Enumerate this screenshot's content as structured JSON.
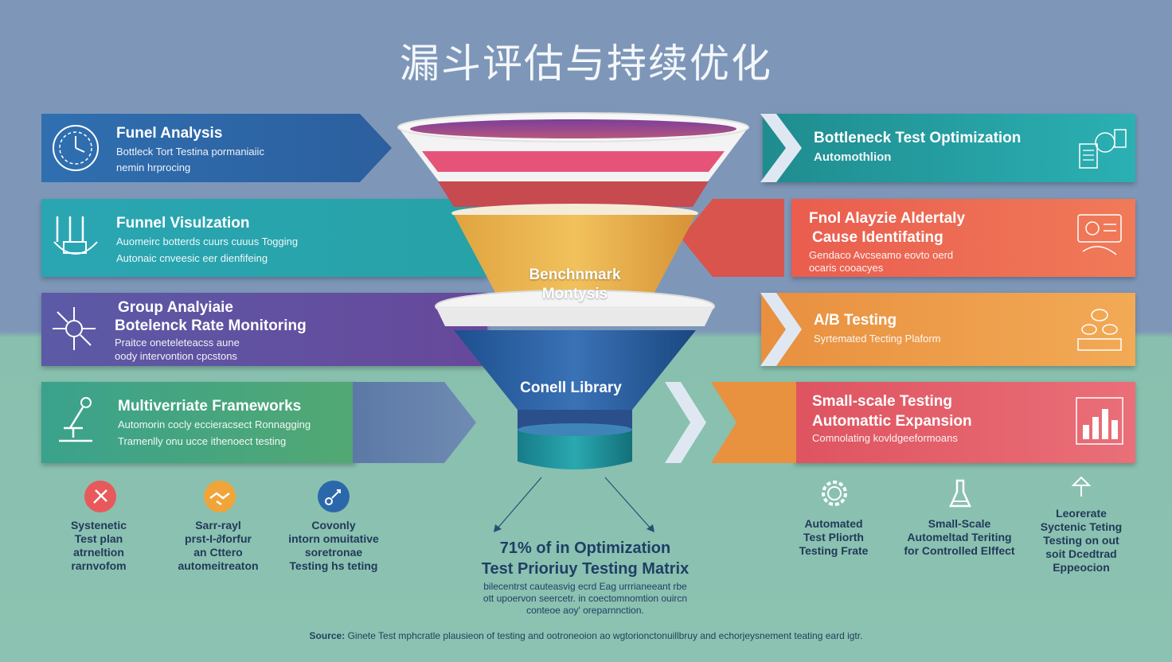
{
  "title": "漏斗评估与持续优化",
  "left_banners": [
    {
      "title": "Funel Analysis",
      "line1": "Bottleck Tort Testina pormaniaiic",
      "line2": "nemin hrprocing"
    },
    {
      "title": "Funnel Visulzation",
      "line1": "Auomeirc botterds cuurs cuuus Togging",
      "line2": "Autonaic cnveesic eer dienfifeing"
    },
    {
      "title": "Group Analyiaie",
      "title2": "Botelenck Rate Monitoring",
      "line1": "Praitce oneteleteacss aune",
      "line2": "oody intervontion cpcstons"
    },
    {
      "title": "Multiverriate Frameworks",
      "line1": "Automorin cocly eccieracsect Ronnagging",
      "line2": "Tramenlly onu ucce ithenoect testing"
    }
  ],
  "right_banners": [
    {
      "title": "Bottleneck Test Optimization",
      "line1": "Automothlion"
    },
    {
      "title": "Fnol Alayzie Aldertaly",
      "title2": "Cause Identifating",
      "line1": "Gendaco Avcseamo eovto oerd",
      "line2": "ocaris cooacyes"
    },
    {
      "title": "A/B Testing",
      "line1": "Syrtemated Tecting Plaform"
    },
    {
      "title": "Small-scale Testing",
      "title2": "Automattic Expansion",
      "line1": "Comnolating kovldgeeformoans"
    }
  ],
  "funnel_labels": {
    "middle": "Benchnmark Montysis",
    "bottom": "Conell Library"
  },
  "left_stats": [
    {
      "icon": "tools-icon",
      "color": "#e8595c",
      "caption": "Systenetic\nTest plan\natrneltion\nrarnvofom"
    },
    {
      "icon": "handshake-icon",
      "color": "#f0a43a",
      "caption": "Sarr-rayl\nprst-I-∂forfur\nan Cttero\nautomeitreaton"
    },
    {
      "icon": "workflow-icon",
      "color": "#2b68ab",
      "caption": "Covonly\nintorn omuitative\nsoretronae\nTesting hs teting"
    }
  ],
  "right_stats": [
    {
      "icon": "gear-icon",
      "caption": "Automated\nTest Pliorth\nTesting Frate"
    },
    {
      "icon": "flask-icon",
      "caption": "Small-Scale\nAutomeltad Teriting\nfor Controlled Elffect"
    },
    {
      "icon": "signpost-icon",
      "caption": "Leorerate\nSyctenic Teting\nTesting on out\nsoit Dcedtrad\nEppeocion"
    }
  ],
  "stat": {
    "title_line1": "71% of in Optimization",
    "title_line2": "Test Prioriuy Testing Matrix",
    "desc_line1": "bilecentrst cauteasvig ecrd Eag urrrianeeant rbe",
    "desc_line2": "ott upoervon seercetr. in coectomnomtion ouircn",
    "desc_line3": "conteoe aoy' oreparnnction."
  },
  "source": {
    "label": "Source:",
    "text": "Ginete Test mphcratle plausieon of testing and ootroneoion ao wgtorionctonuillbruy and echorjeysnement teating eard igtr."
  }
}
